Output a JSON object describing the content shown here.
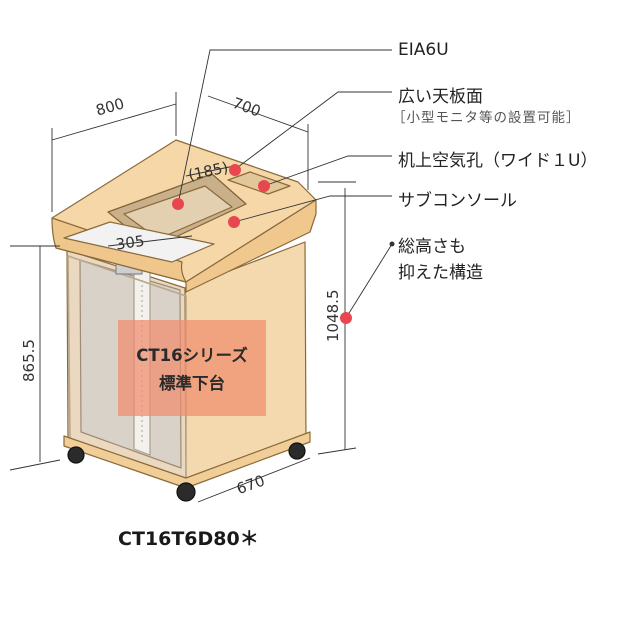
{
  "dimensions": {
    "width": "800",
    "depth_top": "700",
    "inner": "(185)",
    "shelf": "305",
    "total_height": "1048.5",
    "table_height": "865.5",
    "base_depth": "670"
  },
  "callouts": [
    {
      "id": "eia",
      "text": "EIA6U"
    },
    {
      "id": "top",
      "text": "広い天板面",
      "sub": "［小型モニタ等の設置可能］"
    },
    {
      "id": "vent",
      "text": "机上空気孔（ワイド１U）"
    },
    {
      "id": "console",
      "text": "サブコンソール"
    },
    {
      "id": "height",
      "line1": "総高さも",
      "line2": "抑えた構造"
    }
  ],
  "base_label": {
    "line1": "CT16シリーズ",
    "line2": "標準下台"
  },
  "model_code": "CT16T6D80＊",
  "colors": {
    "wood": "#F6D7A8",
    "wood_edge": "#8A6A3A",
    "marker": "#E8474F",
    "label_box": "#F08C6E"
  }
}
